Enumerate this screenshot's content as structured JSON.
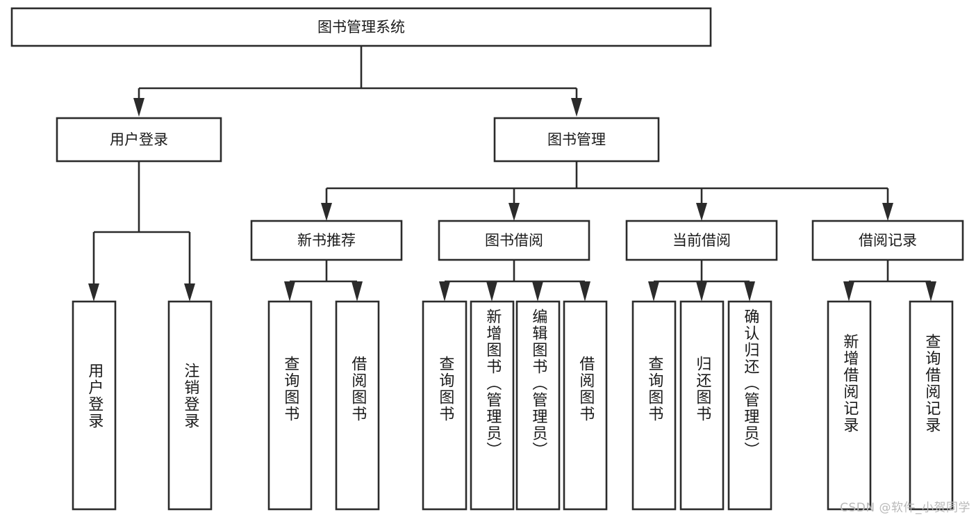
{
  "diagram": {
    "title": "图书管理系统",
    "watermark": "CSDN @软件_小贺同学",
    "levels": {
      "root": {
        "label": "图书管理系统"
      },
      "level2": [
        {
          "id": "user-login",
          "label": "用户登录"
        },
        {
          "id": "book-manage",
          "label": "图书管理"
        }
      ],
      "level3": [
        {
          "id": "new-book-recommend",
          "label": "新书推荐"
        },
        {
          "id": "book-borrow",
          "label": "图书借阅"
        },
        {
          "id": "current-borrow",
          "label": "当前借阅"
        },
        {
          "id": "borrow-record",
          "label": "借阅记录"
        }
      ],
      "leaves": {
        "user-login": [
          {
            "id": "leaf-user-login",
            "label": "用户登录"
          },
          {
            "id": "leaf-logout-login",
            "label": "注销登录"
          }
        ],
        "new-book-recommend": [
          {
            "id": "leaf-query-book-1",
            "label": "查询图书"
          },
          {
            "id": "leaf-borrow-book-1",
            "label": "借阅图书"
          }
        ],
        "book-borrow": [
          {
            "id": "leaf-query-book-2",
            "label": "查询图书"
          },
          {
            "id": "leaf-add-book",
            "label": "新增图书（管理员）"
          },
          {
            "id": "leaf-edit-book",
            "label": "编辑图书（管理员）"
          },
          {
            "id": "leaf-borrow-book-2",
            "label": "借阅图书"
          }
        ],
        "current-borrow": [
          {
            "id": "leaf-query-book-3",
            "label": "查询图书"
          },
          {
            "id": "leaf-return-book",
            "label": "归还图书"
          },
          {
            "id": "leaf-confirm-return",
            "label": "确认归还（管理员）"
          }
        ],
        "borrow-record": [
          {
            "id": "leaf-add-record",
            "label": "新增借阅记录"
          },
          {
            "id": "leaf-query-record",
            "label": "查询借阅记录"
          }
        ]
      }
    },
    "colors": {
      "stroke": "#2b2b2b",
      "fill": "#ffffff",
      "text": "#1a1a1a",
      "watermark": "#b9b9b9"
    }
  }
}
